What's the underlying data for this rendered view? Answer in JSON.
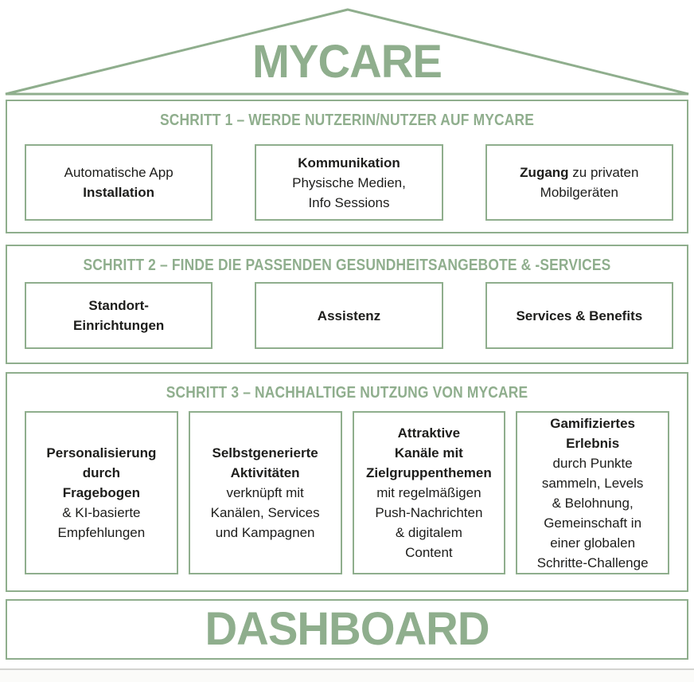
{
  "palette": {
    "green": "#8fae8d",
    "ink": "#1d1d1b",
    "divider": "#d3d3d0"
  },
  "roof": {
    "title": "MYCARE"
  },
  "sections": [
    {
      "header": "SCHRITT 1 – WERDE NUTZERIN/NUTZER AUF MYCARE",
      "cards": [
        {
          "lines": [
            [
              {
                "t": "Automatische App",
                "b": false
              }
            ],
            [
              {
                "t": "Installation",
                "b": true
              }
            ]
          ]
        },
        {
          "lines": [
            [
              {
                "t": "Kommunikation",
                "b": true
              }
            ],
            [
              {
                "t": "Physische Medien,",
                "b": false
              }
            ],
            [
              {
                "t": "Info Sessions",
                "b": false
              }
            ]
          ]
        },
        {
          "lines": [
            [
              {
                "t": "Zugang",
                "b": true
              },
              {
                "t": " zu privaten",
                "b": false
              }
            ],
            [
              {
                "t": "Mobilgeräten",
                "b": false
              }
            ]
          ]
        }
      ]
    },
    {
      "header": "SCHRITT 2 – FINDE DIE PASSENDEN GESUNDHEITSANGEBOTE & -SERVICES",
      "cards": [
        {
          "lines": [
            [
              {
                "t": "Standort-",
                "b": true
              }
            ],
            [
              {
                "t": "Einrichtungen",
                "b": true
              }
            ]
          ]
        },
        {
          "lines": [
            [
              {
                "t": "Assistenz",
                "b": true
              }
            ]
          ]
        },
        {
          "lines": [
            [
              {
                "t": "Services & Benefits",
                "b": true
              }
            ]
          ]
        }
      ]
    },
    {
      "header": "SCHRITT 3 – NACHHALTIGE NUTZUNG VON MYCARE",
      "cards": [
        {
          "lines": [
            [
              {
                "t": "Personalisierung",
                "b": true
              }
            ],
            [
              {
                "t": "durch",
                "b": true
              }
            ],
            [
              {
                "t": "Fragebogen",
                "b": true
              }
            ],
            [
              {
                "t": "& KI-basierte",
                "b": false
              }
            ],
            [
              {
                "t": "Empfehlungen",
                "b": false
              }
            ]
          ]
        },
        {
          "lines": [
            [
              {
                "t": "Selbstgenerierte",
                "b": true
              }
            ],
            [
              {
                "t": "Aktivitäten",
                "b": true
              }
            ],
            [
              {
                "t": "verknüpft mit",
                "b": false
              }
            ],
            [
              {
                "t": "Kanälen, Services",
                "b": false
              }
            ],
            [
              {
                "t": "und Kampagnen",
                "b": false
              }
            ]
          ]
        },
        {
          "lines": [
            [
              {
                "t": "Attraktive",
                "b": true
              }
            ],
            [
              {
                "t": "Kanäle mit",
                "b": true
              }
            ],
            [
              {
                "t": "Zielgruppenthemen",
                "b": true
              }
            ],
            [
              {
                "t": "mit regelmäßigen",
                "b": false
              }
            ],
            [
              {
                "t": "Push-Nachrichten",
                "b": false
              }
            ],
            [
              {
                "t": "& digitalem",
                "b": false
              }
            ],
            [
              {
                "t": "Content",
                "b": false
              }
            ]
          ]
        },
        {
          "lines": [
            [
              {
                "t": "Gamifiziertes",
                "b": true
              }
            ],
            [
              {
                "t": "Erlebnis",
                "b": true
              }
            ],
            [
              {
                "t": "durch Punkte",
                "b": false
              }
            ],
            [
              {
                "t": "sammeln, Levels",
                "b": false
              }
            ],
            [
              {
                "t": "& Belohnung,",
                "b": false
              }
            ],
            [
              {
                "t": "Gemeinschaft in",
                "b": false
              }
            ],
            [
              {
                "t": "einer globalen",
                "b": false
              }
            ],
            [
              {
                "t": "Schritte-Challenge",
                "b": false
              }
            ]
          ]
        }
      ]
    }
  ],
  "dashboard": {
    "title": "DASHBOARD"
  }
}
